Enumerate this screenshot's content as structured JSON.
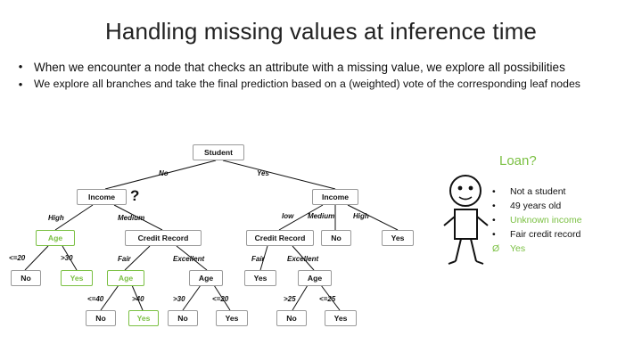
{
  "slide": {
    "title": "Handling missing values at inference time",
    "bullets": [
      {
        "marker": "•",
        "text": "When we encounter a node that checks an attribute with a missing value, we explore all possibilities"
      },
      {
        "marker": "•",
        "text": "We explore all branches and take the final prediction based on a (weighted) vote of the corresponding leaf nodes"
      }
    ]
  },
  "tree": {
    "question_mark": "?",
    "nodes": [
      {
        "id": "root",
        "label": "Student"
      },
      {
        "id": "income_left",
        "label": "Income"
      },
      {
        "id": "income_right",
        "label": "Income"
      },
      {
        "id": "age_l1",
        "label": "Age"
      },
      {
        "id": "credit_left",
        "label": "Credit Record"
      },
      {
        "id": "credit_right",
        "label": "Credit Record"
      },
      {
        "id": "no_r1",
        "label": "No"
      },
      {
        "id": "yes_r1",
        "label": "Yes"
      },
      {
        "id": "no_l1",
        "label": "No"
      },
      {
        "id": "yes_l1",
        "label": "Yes"
      },
      {
        "id": "age_l2",
        "label": "Age"
      },
      {
        "id": "age_m1",
        "label": "Age"
      },
      {
        "id": "yes_m1",
        "label": "Yes"
      },
      {
        "id": "age_m2",
        "label": "Age"
      },
      {
        "id": "no_l2",
        "label": "No"
      },
      {
        "id": "yes_l2",
        "label": "Yes"
      },
      {
        "id": "no_m1",
        "label": "No"
      },
      {
        "id": "yes_m2",
        "label": "Yes"
      },
      {
        "id": "no_m2",
        "label": "No"
      },
      {
        "id": "yes_m3",
        "label": "Yes"
      }
    ],
    "edge_labels": [
      {
        "id": "e_no",
        "text": "No"
      },
      {
        "id": "e_yes",
        "text": "Yes"
      },
      {
        "id": "e_high",
        "text": "High"
      },
      {
        "id": "e_medium",
        "text": "Medium"
      },
      {
        "id": "e_low_r",
        "text": "low"
      },
      {
        "id": "e_medium_r",
        "text": "Medium"
      },
      {
        "id": "e_high_r",
        "text": "High"
      },
      {
        "id": "e_lte20",
        "text": "<=20"
      },
      {
        "id": "e_gt30",
        "text": ">30"
      },
      {
        "id": "e_fair",
        "text": "Fair"
      },
      {
        "id": "e_excellent",
        "text": "Excellent"
      },
      {
        "id": "e_fair_r",
        "text": "Fair"
      },
      {
        "id": "e_excellent_r",
        "text": "Excellent"
      },
      {
        "id": "e_lt40",
        "text": "<=40"
      },
      {
        "id": "e_gt40",
        "text": ">40"
      },
      {
        "id": "e_gt30b",
        "text": ">30"
      },
      {
        "id": "e_lte20b",
        "text": "<=20"
      },
      {
        "id": "e_gt25",
        "text": ">25"
      },
      {
        "id": "e_lte25",
        "text": "<=25"
      }
    ]
  },
  "right_panel": {
    "heading": "Loan?",
    "items": [
      {
        "marker": "•",
        "text": "Not a student",
        "style": "normal"
      },
      {
        "marker": "•",
        "text": "49 years old",
        "style": "normal"
      },
      {
        "marker": "•",
        "text": "Unknown income",
        "style": "green"
      },
      {
        "marker": "•",
        "text": "Fair credit record",
        "style": "normal"
      },
      {
        "marker": "Ø",
        "text": "Yes",
        "style": "green"
      }
    ]
  },
  "colors": {
    "accent_green": "#7bc043",
    "node_border_gray": "#9a9a9a",
    "text": "#111111"
  }
}
